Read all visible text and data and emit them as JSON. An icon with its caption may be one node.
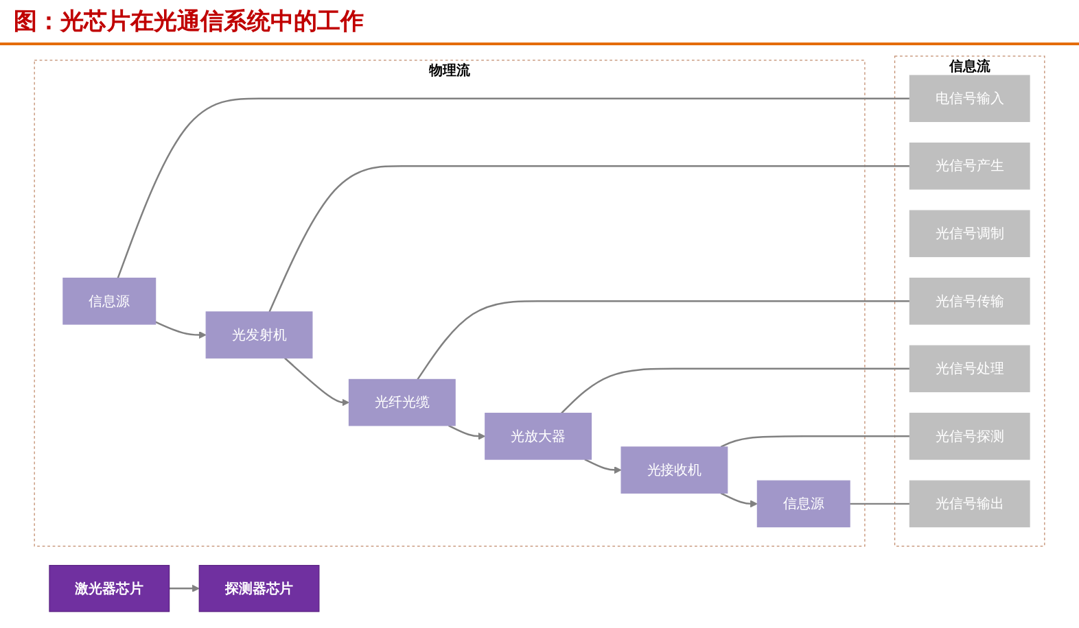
{
  "diagram": {
    "title": "图：光芯片在光通信系统中的工作",
    "nodes": [
      {
        "text": [
          "激光器芯片"
        ]
      },
      {
        "text": [
          "探测器芯片"
        ]
      },
      {
        "text": [
          "物理流"
        ]
      },
      {
        "text": [
          "信息源"
        ],
        "in": 2
      },
      {
        "text": [
          "光发射机"
        ],
        "in": 2
      },
      {
        "text": [
          "光纤光缆"
        ],
        "in": 2
      },
      {
        "text": [
          "光放大器"
        ],
        "in": 2
      },
      {
        "text": [
          "光接收机"
        ],
        "in": 2
      },
      {
        "text": [
          "信息源"
        ],
        "in": 2
      },
      {
        "text": [
          "信息流"
        ]
      },
      {
        "text": [
          "电信号输入"
        ],
        "in": 9
      },
      {
        "text": [
          "光信号产生"
        ],
        "in": 9
      },
      {
        "text": [
          "光信号调制"
        ],
        "in": 9
      },
      {
        "text": [
          "光信号传输"
        ],
        "in": 9
      },
      {
        "text": [
          "光信号处理"
        ],
        "in": 9
      },
      {
        "text": [
          "光信号探测"
        ],
        "in": 9
      },
      {
        "text": [
          "光信号输出"
        ],
        "in": 9
      }
    ],
    "edges": [
      {
        "from": 0,
        "to": 1,
        "arrow": "to"
      },
      {
        "from": 3,
        "to": 4,
        "arrow": "to"
      },
      {
        "from": 4,
        "to": 5,
        "arrow": "to"
      },
      {
        "from": 5,
        "to": 6,
        "arrow": "to"
      },
      {
        "from": 6,
        "to": 7,
        "arrow": "to"
      },
      {
        "from": 7,
        "to": 8,
        "arrow": "to"
      },
      {
        "from": 3,
        "to": 10,
        "arrow": "none"
      },
      {
        "from": 4,
        "to": 11,
        "arrow": "none"
      },
      {
        "from": 5,
        "to": 13,
        "arrow": "none"
      },
      {
        "from": 6,
        "to": 14,
        "arrow": "none"
      },
      {
        "from": 7,
        "to": 15,
        "arrow": "none"
      },
      {
        "from": 8,
        "to": 16,
        "arrow": "none"
      }
    ]
  }
}
